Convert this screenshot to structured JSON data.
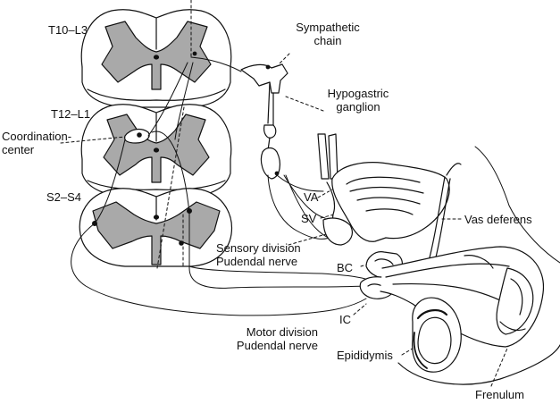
{
  "labels": {
    "t10_l3": "T10–L3",
    "t12_l1": "T12–L1",
    "s2_s4": "S2–S4",
    "coordination": [
      "Coordination-",
      "center"
    ],
    "sympathetic": [
      "Sympathetic",
      "chain"
    ],
    "hypogastric": [
      "Hypogastric",
      "ganglion"
    ],
    "va": "VA",
    "sv": "SV",
    "vas_deferens": "Vas deferens",
    "sensory": [
      "Sensory division",
      "Pudendal nerve"
    ],
    "bc": "BC",
    "ic": "IC",
    "motor": [
      "Motor division",
      "Pudendal nerve"
    ],
    "epididymis": "Epididymis",
    "frenulum": "Frenulum"
  },
  "colors": {
    "ink": "#111111",
    "gray_matter": "#a9a9a9",
    "white": "#ffffff"
  }
}
